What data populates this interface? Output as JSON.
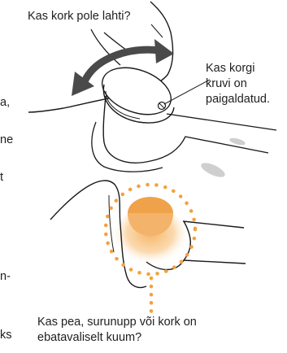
{
  "labels": {
    "cap_loose": "Kas kork pole lahti?",
    "screw_line1": "Kas korgi",
    "screw_line2": "kruvi on",
    "screw_line3": "paigaldatud.",
    "hot_line1": "Kas pea, surunupp või kork on",
    "hot_line2": "ebatavaliselt kuum?"
  },
  "cut_text": {
    "f1": "a,",
    "f2": "ne",
    "f3": "t",
    "f4": "n-",
    "f5": "ks"
  },
  "colors": {
    "line": "#1a1a1a",
    "arrow": "#4a4a4a",
    "heat": "#f0a24a",
    "dots": "#f2a23c",
    "shade": "#cfcfcf"
  }
}
